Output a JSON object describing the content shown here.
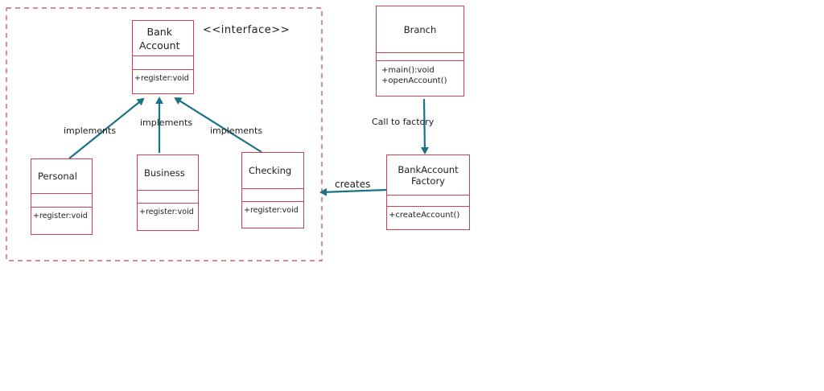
{
  "interface_box": {
    "stereotype": "<<interface>>",
    "bank_account": {
      "name": "Bank\nAccount",
      "ops": [
        "+register:void"
      ]
    }
  },
  "classes": {
    "personal": {
      "name": "Personal",
      "ops": [
        "+register:void"
      ]
    },
    "business": {
      "name": "Business",
      "ops": [
        "+register:void"
      ]
    },
    "checking": {
      "name": "Checking",
      "ops": [
        "+register:void"
      ]
    },
    "branch": {
      "name": "Branch",
      "ops": [
        "+main():void",
        "+openAccount()"
      ]
    },
    "factory": {
      "name": "BankAccount\nFactory",
      "ops": [
        "+createAccount()"
      ]
    }
  },
  "edges": {
    "implements_1": "implements",
    "implements_2": "implements",
    "implements_3": "implements",
    "call_to_factory": "Call to factory",
    "creates": "creates"
  },
  "colors": {
    "box_stroke": "#c9424f",
    "arrow": "#1a7385",
    "text": "#1e1e1e"
  }
}
